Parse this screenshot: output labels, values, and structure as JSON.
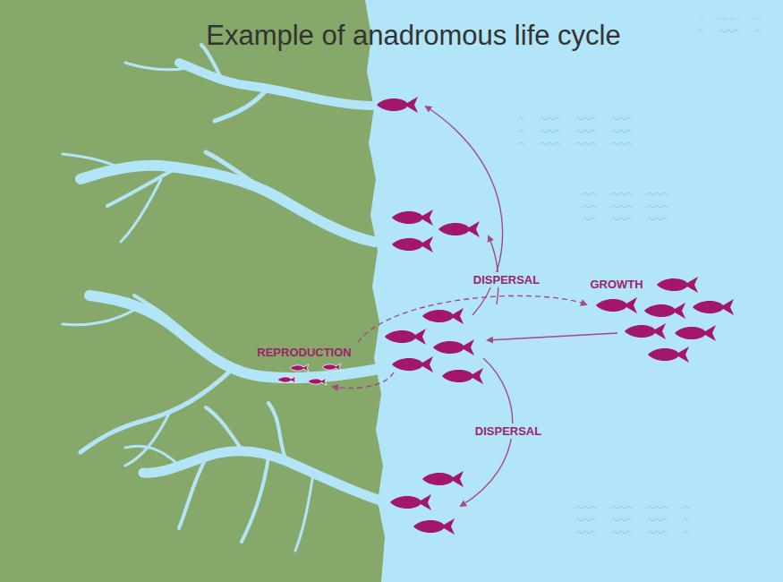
{
  "diagram": {
    "title": "Example of anadromous life cycle",
    "labels": [
      "DISPERSAL",
      "GROWTH",
      "REPRODUCTION",
      "DISPERSAL"
    ]
  }
}
